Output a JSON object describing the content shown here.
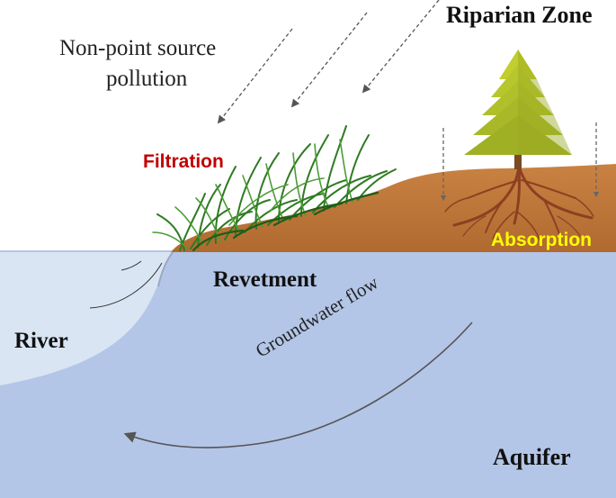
{
  "labels": {
    "nps_line1": "Non-point source",
    "nps_line2": "pollution",
    "riparian_zone": "Riparian Zone",
    "filtration": "Filtration",
    "absorption": "Absorption",
    "revetment": "Revetment",
    "river": "River",
    "groundwater_flow": "Groundwater flow",
    "aquifer": "Aquifer"
  },
  "colors": {
    "aquifer_water": "#b4c6e7",
    "river_water": "#d9e5f3",
    "soil": "#c47b3c",
    "soil_dark": "#8a4a22",
    "grass": "#3f8f2e",
    "tree_foliage": "#b8c62e",
    "roots": "#9a4a2a",
    "filtration_text": "#c00000",
    "absorption_text": "#ffff00",
    "arrows": "#555555"
  },
  "icons": {
    "pollution_arrows": "dashed-arrow-down-left",
    "tree": "conifer-tree",
    "grass": "grass-tuft",
    "flow_arrow": "curved-arrow-left"
  }
}
